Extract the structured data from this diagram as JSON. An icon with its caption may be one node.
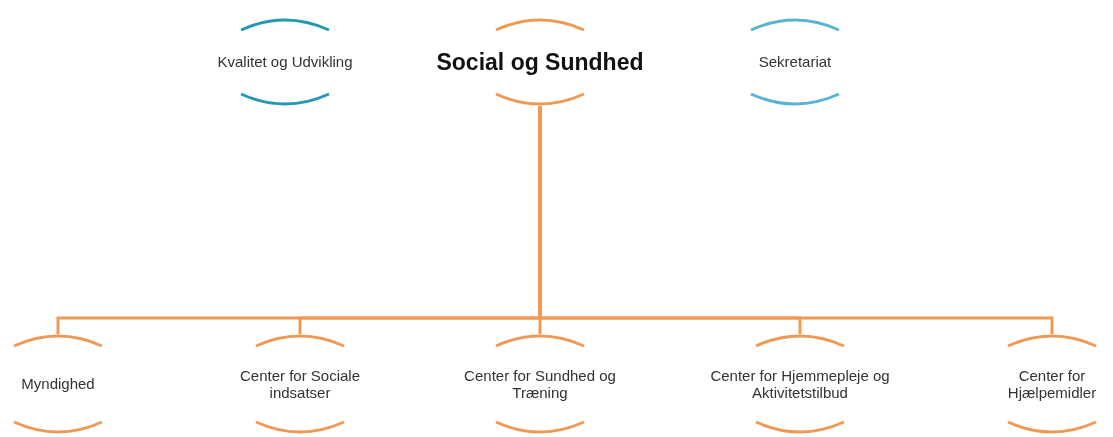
{
  "diagram": {
    "nodes": [
      {
        "text": [
          "Kvalitet og Udvikling"
        ]
      },
      {
        "text": [
          "Social og Sundhed"
        ]
      },
      {
        "text": [
          "Sekretariat"
        ]
      },
      {
        "text": [
          "Myndighed"
        ]
      },
      {
        "text": [
          "Center for Sociale indsatser"
        ]
      },
      {
        "text": [
          "Center for Sundhed og Træning"
        ]
      },
      {
        "text": [
          "Center for Hjemmepleje og Aktivitetstilbud"
        ]
      },
      {
        "text": [
          "Center for Hjælpemidler"
        ]
      }
    ],
    "edges": [
      {
        "from": 1,
        "to": 3,
        "arrow": "none"
      },
      {
        "from": 1,
        "to": 4,
        "arrow": "none"
      },
      {
        "from": 1,
        "to": 5,
        "arrow": "none"
      },
      {
        "from": 1,
        "to": 6,
        "arrow": "none"
      },
      {
        "from": 1,
        "to": 7,
        "arrow": "none"
      }
    ]
  }
}
